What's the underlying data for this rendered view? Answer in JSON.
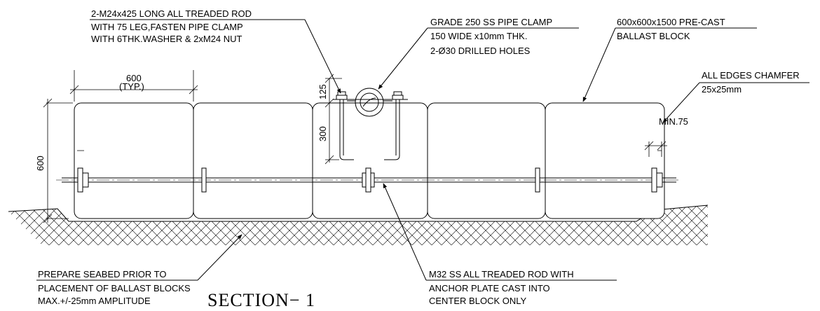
{
  "title": "SECTION− 1",
  "callouts": {
    "rod": {
      "line1": "2-M24x425 LONG  ALL TREADED ROD",
      "line2": "WITH 75 LEG,FASTEN PIPE CLAMP",
      "line3": "WITH 6THK.WASHER & 2xM24 NUT"
    },
    "clamp": {
      "line1": "GRADE 250 SS PIPE CLAMP",
      "line2": "150 WIDE x10mm THK.",
      "line3": "2-Ø30 DRILLED HOLES"
    },
    "block": {
      "line1": "600x600x1500 PRE-CAST",
      "line2": "BALLAST BLOCK"
    },
    "chamfer": {
      "line1": "ALL EDGES CHAMFER",
      "line2": "25x25mm"
    },
    "seabed": {
      "line1": "PREPARE SEABED PRIOR TO",
      "line2": "PLACEMENT OF BALLAST BLOCKS",
      "line3": "MAX.+/-25mm AMPLITUDE"
    },
    "anchor": {
      "line1": "M32 SS ALL TREADED ROD WITH",
      "line2": "ANCHOR PLATE CAST INTO",
      "line3": "CENTER BLOCK ONLY"
    }
  },
  "dimensions": {
    "width": "600",
    "width_note": "(TYP.)",
    "height_total": "600",
    "height_rod": "125",
    "height_leg": "300",
    "min_clearance": "MIN.75"
  },
  "icons": [
    "pipe-clamp-icon",
    "seabed-hatch",
    "ballast-block"
  ]
}
